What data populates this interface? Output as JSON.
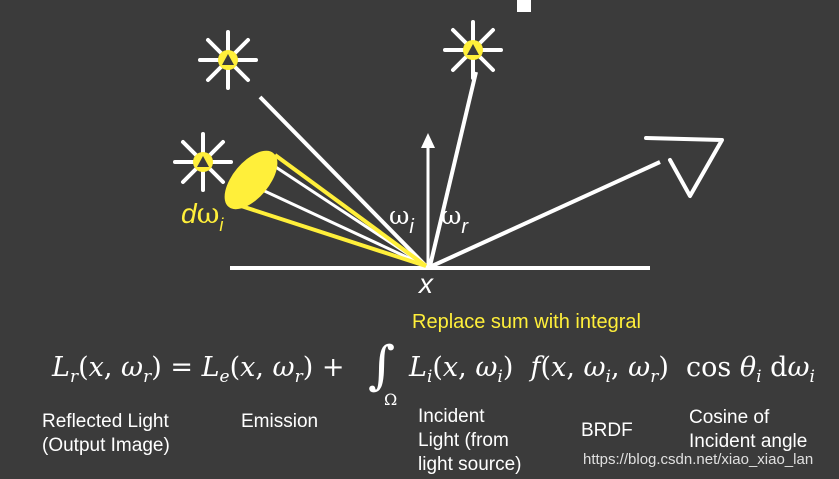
{
  "diagram": {
    "point_label": "x",
    "omega_i": {
      "symbol": "ω",
      "sub": "i"
    },
    "omega_r": {
      "symbol": "ω",
      "sub": "r"
    },
    "d_omega_i": {
      "prefix": "d",
      "symbol": "ω",
      "sub": "i"
    },
    "caption": "Replace sum with integral"
  },
  "equation": {
    "lhs": "L_r(x, ω_r) = L_e(x, ω_r) + ∫_Ω L_i(x, ω_i) f(x, ω_i, ω_r) cos θ_i dω_i",
    "L": "L",
    "r": "r",
    "e": "e",
    "i": "i",
    "x": "x",
    "omega": "ω",
    "f": "f",
    "cos": "cos",
    "theta": "θ",
    "d": "d",
    "Omega": "Ω",
    "equals": "=",
    "plus": "+",
    "comma": ",",
    "lparen": "(",
    "rparen": ")"
  },
  "labels": {
    "reflected": [
      "Reflected Light",
      "(Output Image)"
    ],
    "emission": "Emission",
    "incident": [
      "Incident",
      "Light (from",
      "light source)"
    ],
    "brdf": "BRDF",
    "cosine": [
      "Cosine of",
      "Incident angle"
    ]
  },
  "watermark": "https://blog.csdn.net/xiao_xiao_lan",
  "colors": {
    "background": "#3b3b3b",
    "highlight": "#ffef3a",
    "line": "#ffffff"
  }
}
